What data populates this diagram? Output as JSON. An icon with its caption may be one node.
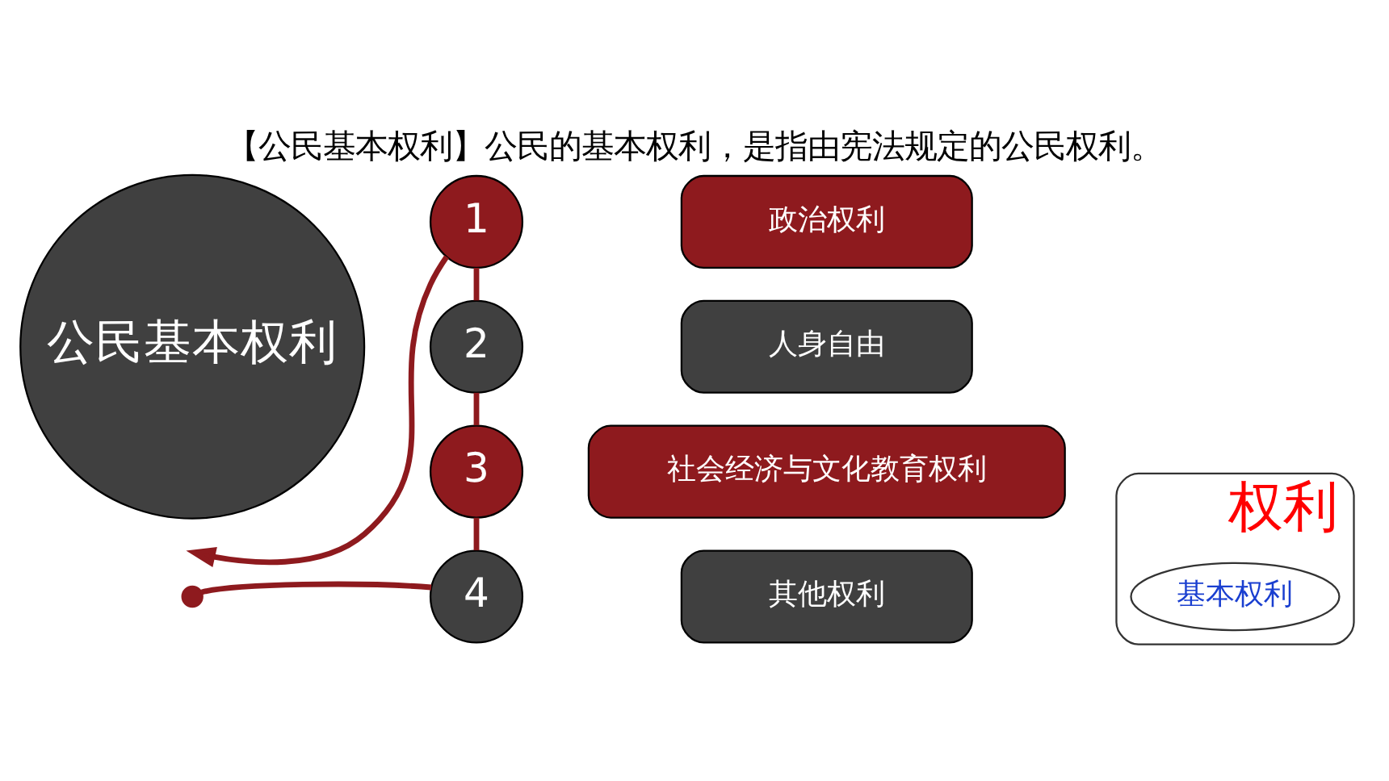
{
  "diagram": {
    "title": "【公民基本权利】公民的基本权利，是指由宪法规定的公民权利。",
    "nodes": [
      {
        "text": [
          "公民基本权利"
        ]
      },
      {
        "text": [
          "1"
        ]
      },
      {
        "text": [
          "政治权利"
        ]
      },
      {
        "text": [
          "2"
        ]
      },
      {
        "text": [
          "人身自由"
        ]
      },
      {
        "text": [
          "3"
        ]
      },
      {
        "text": [
          "社会经济与文化教育权利"
        ]
      },
      {
        "text": [
          "4"
        ]
      },
      {
        "text": [
          "其他权利"
        ]
      },
      {
        "text": [],
        "shape": "circle"
      },
      {
        "text": [
          "权利"
        ]
      },
      {
        "text": [
          "基本权利"
        ],
        "in": 10
      }
    ],
    "edges": [
      {
        "from": 9,
        "to": 7,
        "arrow": "none"
      },
      {
        "from": 7,
        "to": 5,
        "arrow": "none"
      },
      {
        "from": 5,
        "to": 3,
        "arrow": "none"
      },
      {
        "from": 3,
        "to": 1,
        "arrow": "none"
      },
      {
        "from": 1,
        "to": null,
        "arrow": "to"
      }
    ]
  }
}
